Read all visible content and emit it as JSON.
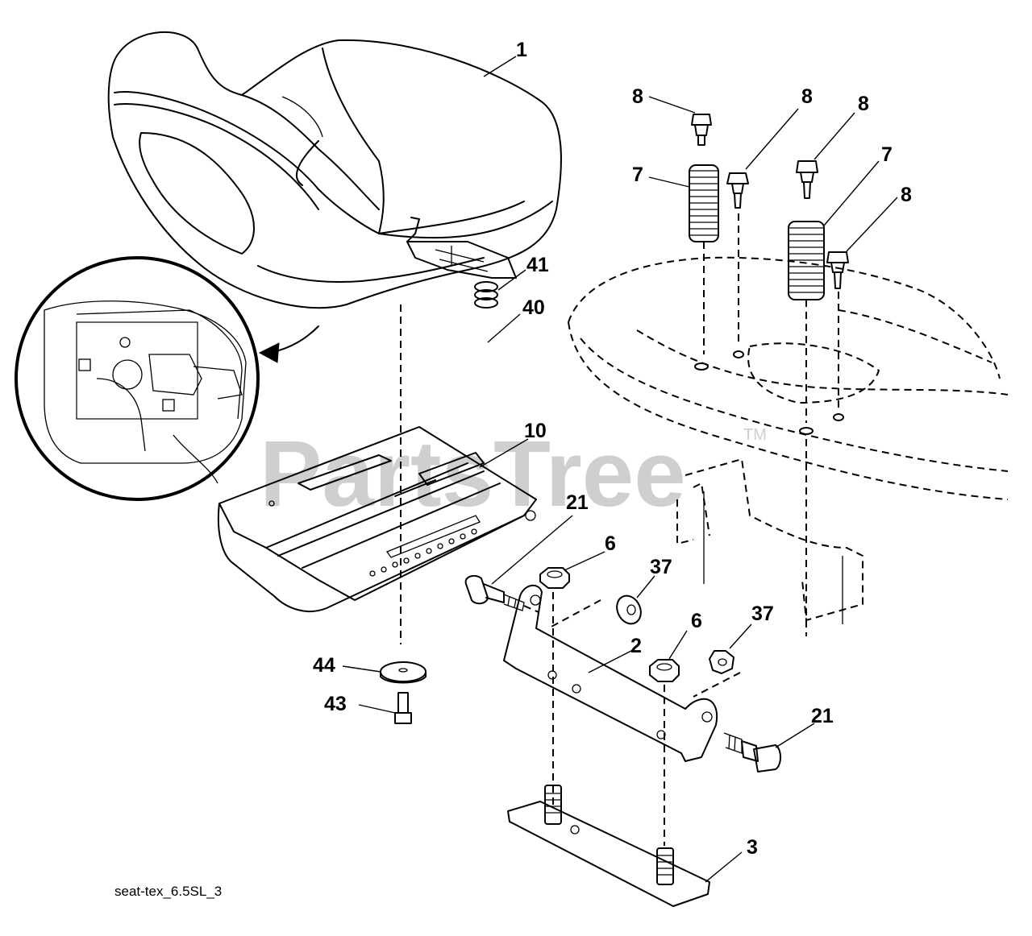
{
  "diagram_code": "seat-tex_6.5SL_3",
  "watermark": {
    "text": "PartsTree",
    "mark": "TM"
  },
  "callouts": [
    "1",
    "8",
    "8",
    "8",
    "8",
    "7",
    "7",
    "41",
    "40",
    "10",
    "21",
    "6",
    "37",
    "6",
    "37",
    "2",
    "21",
    "44",
    "43",
    "3"
  ]
}
